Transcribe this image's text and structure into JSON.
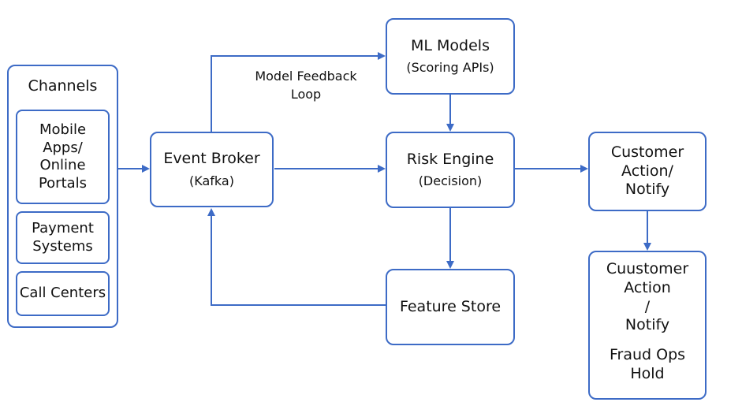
{
  "colors": {
    "stroke": "#3d6bc6",
    "text": "#111111",
    "background": "#ffffff"
  },
  "channels": {
    "title": "Channels",
    "mobile": {
      "line1": "Mobile",
      "line2": "Apps/",
      "line3": "Online",
      "line4": "Portals"
    },
    "payment": {
      "line1": "Payment",
      "line2": "Systems"
    },
    "call_centers": "Call Centers"
  },
  "event_broker": {
    "title": "Event Broker",
    "subtitle": "(Kafka)"
  },
  "ml_models": {
    "title": "ML Models",
    "subtitle": "(Scoring APIs)"
  },
  "feedback_label": {
    "line1": "Model Feedback",
    "line2": "Loop"
  },
  "risk_engine": {
    "title": "Risk Engine",
    "subtitle": "(Decision)"
  },
  "feature_store": {
    "title": "Feature Store"
  },
  "customer_action": {
    "line1": "Customer",
    "line2": "Action/",
    "line3": "Notify"
  },
  "outcome": {
    "line1": "Cuustomer",
    "line2": "Action",
    "line3": "/",
    "line4": "Notify",
    "line5": "Fraud Ops",
    "line6": "Hold"
  }
}
